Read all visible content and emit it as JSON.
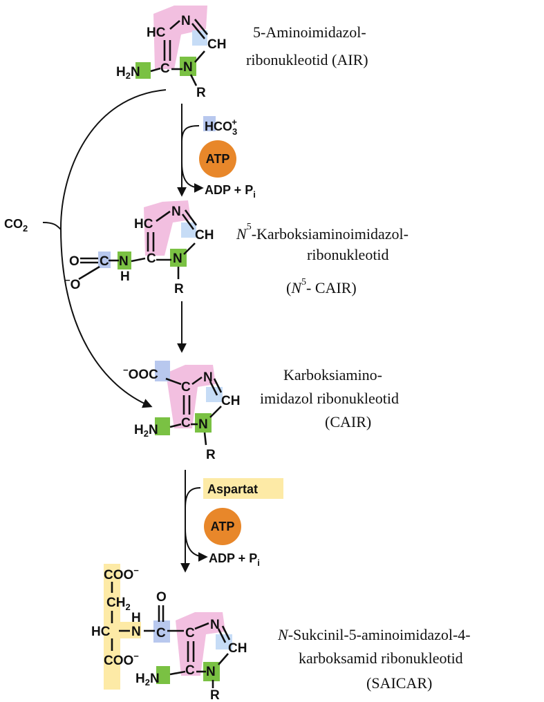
{
  "colors": {
    "ring_highlight": "#f2bfe0",
    "amino_highlight": "#7ac143",
    "carboxyl_highlight": "#b8c8ee",
    "aspartate_highlight": "#fdeaa6",
    "atp_fill": "#e8872a",
    "text": "#111111"
  },
  "compounds": {
    "air": {
      "line1": "5-Aminoimidazol-",
      "line2": "ribonukleotid (AIR)"
    },
    "n5cair": {
      "prefix": "N",
      "sup": "5",
      "line1": "-Karboksiaminoimidazol-",
      "line2": "ribonukleotid",
      "abbr_open": "(",
      "abbr_prefix": "N",
      "abbr_sup": "5",
      "abbr_rest": "- CAIR)"
    },
    "cair": {
      "line1": "Karboksiamino-",
      "line2": "imidazol ribonukleotid",
      "line3": "(CAIR)"
    },
    "saicar": {
      "prefix": "N",
      "line1": "-Sukcinil-5-aminoimidazol-4-",
      "line2": "karboksamid ribonukleotid",
      "line3": "(SAICAR)"
    }
  },
  "reactions": {
    "step1": {
      "reagent": "HCO",
      "reagent_sub": "3",
      "reagent_sup": "+",
      "energy": "ATP",
      "products": "ADP + P",
      "products_sub": "i"
    },
    "bypass": {
      "reagent": "CO",
      "reagent_sub": "2"
    },
    "step3": {
      "reagent": "Aspartat",
      "energy": "ATP",
      "products": "ADP + P",
      "products_sub": "i"
    }
  },
  "atoms": {
    "H": "H",
    "C": "C",
    "N": "N",
    "CH": "CH",
    "HC": "HC",
    "H2N": "H",
    "two": "2",
    "R": "R",
    "O": "O",
    "minus": "−",
    "minus_O": "O",
    "OOC": "OOC",
    "COO": "COO",
    "CH2": "CH",
    "NH": "N"
  }
}
